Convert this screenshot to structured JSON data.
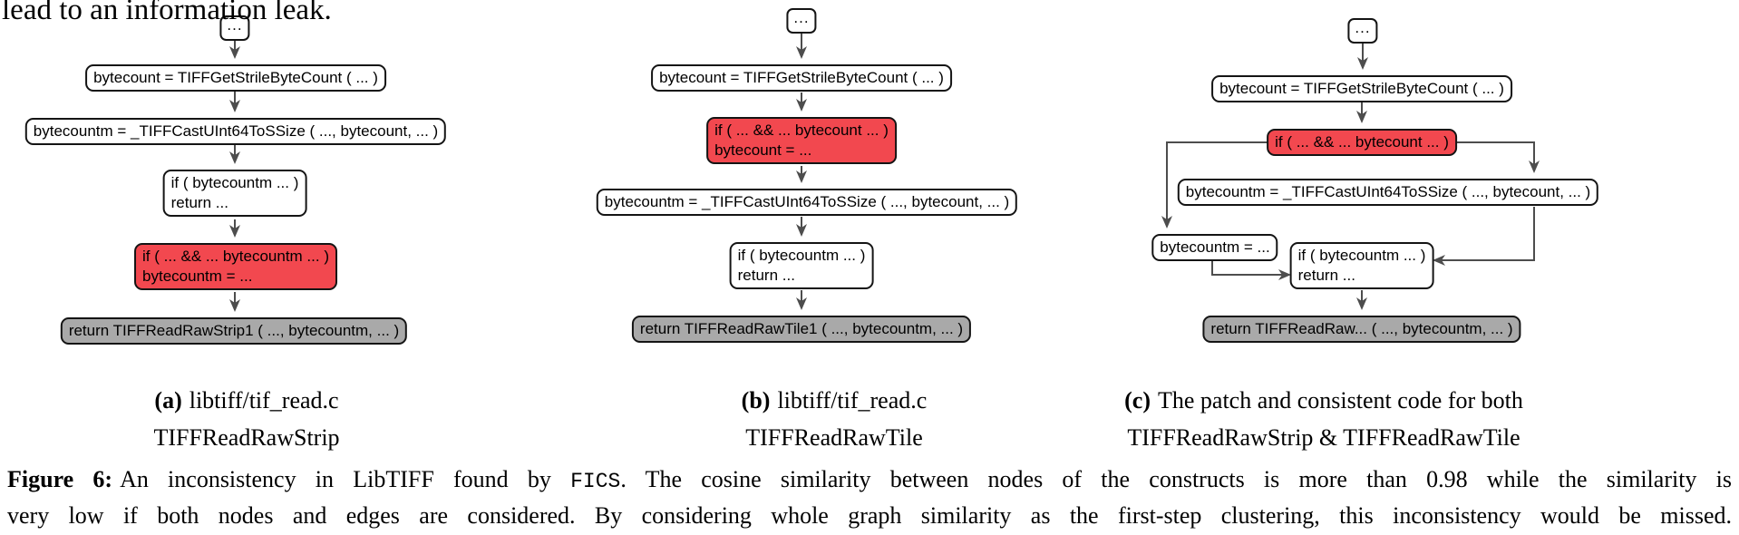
{
  "colors": {
    "red-fill": "#F2484F",
    "gray-fill": "#A9A9A9",
    "edge": "#4D4D4D",
    "border": "#141414"
  },
  "intro_text": "lead to an information leak.",
  "diagram_a": {
    "start": "...",
    "n1": "bytecount = TIFFGetStrileByteCount ( ... )",
    "n2": "bytecountm = _TIFFCastUInt64ToSSize ( ..., bytecount, ... )",
    "n3": {
      "line1": "if ( bytecountm ... )",
      "line2": "return ..."
    },
    "n4": {
      "line1": "if ( ... && ... bytecountm ... )",
      "line2": "bytecountm = ..."
    },
    "n5": "return TIFFReadRawStrip1 ( ..., bytecountm, ... )",
    "caption": {
      "label": "(a)",
      "line1": "libtiff/tif_read.c",
      "line2": "TIFFReadRawStrip"
    }
  },
  "diagram_b": {
    "start": "...",
    "n1": "bytecount = TIFFGetStrileByteCount ( ... )",
    "n2": {
      "line1": "if ( ... && ... bytecount ... )",
      "line2": "bytecount = ..."
    },
    "n3": "bytecountm = _TIFFCastUInt64ToSSize ( ..., bytecount, ... )",
    "n4": {
      "line1": "if ( bytecountm ... )",
      "line2": "return ..."
    },
    "n5": "return TIFFReadRawTile1 ( ..., bytecountm, ... )",
    "caption": {
      "label": "(b)",
      "line1": "libtiff/tif_read.c",
      "line2": "TIFFReadRawTile"
    }
  },
  "diagram_c": {
    "start": "...",
    "n1": "bytecount = TIFFGetStrileByteCount ( ... )",
    "n2": "if ( ... && ... bytecount ... )",
    "n3": "bytecountm = _TIFFCastUInt64ToSSize ( ..., bytecount, ... )",
    "n4": "bytecountm = ...",
    "n5": {
      "line1": "if ( bytecountm ... )",
      "line2": "return ..."
    },
    "n6": "return TIFFReadRaw... ( ..., bytecountm, ... )",
    "caption": {
      "label": "(c)",
      "line1": "The patch and consistent code for both",
      "line2": "TIFFReadRawStrip & TIFFReadRawTile"
    }
  },
  "figure_caption": {
    "label": "Figure 6:",
    "before_fics": "An inconsistency in LibTIFF found by ",
    "fics": "FICS",
    "line1_rest": ". The cosine similarity between nodes of the constructs is more than 0.98 while the similarity is",
    "line2": "very low if both nodes and edges are considered. By considering whole graph similarity as the first-step clustering, this inconsistency would be missed."
  }
}
